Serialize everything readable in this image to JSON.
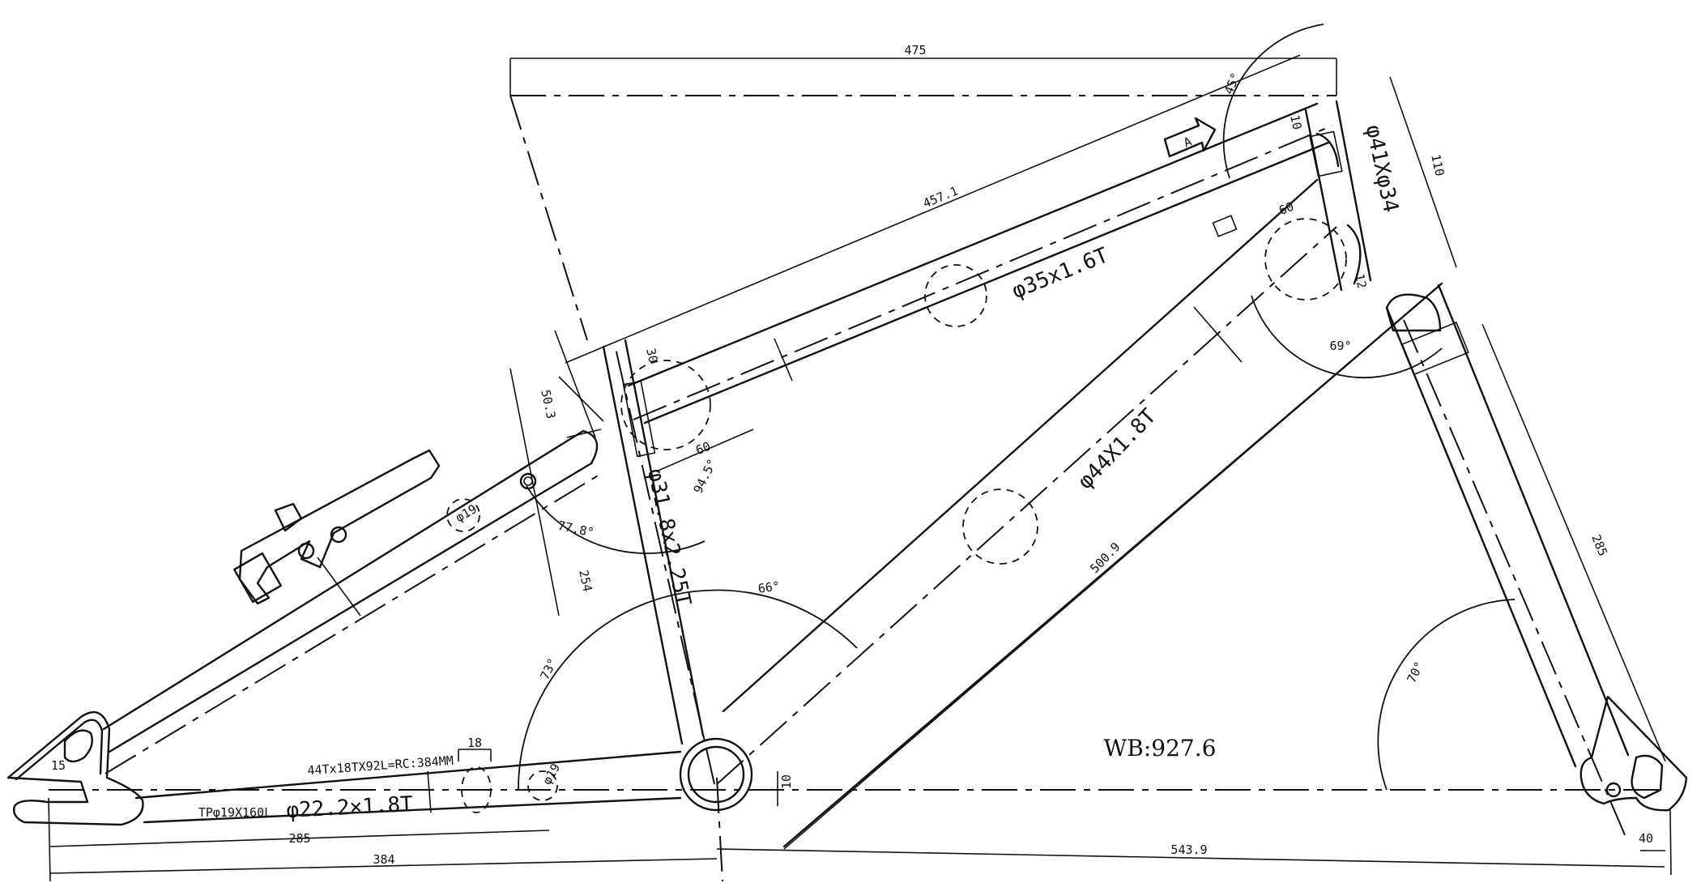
{
  "drawing": {
    "wheelbase": "WB:927.6",
    "view_label": "A",
    "tubes": {
      "top_tube": "φ35x1.6T",
      "down_tube": "φ44X1.8T",
      "seat_tube": "φ31.8x2.25T",
      "head_tube": "φ41Xφ34",
      "chain_stay": "φ22.2×1.8T",
      "seat_stay": "φ19",
      "chainstay_plate": "TPφ19X160L",
      "drive_spec": "44Tx18TX92L=RC:384MM"
    },
    "dimensions": {
      "reach": "475",
      "top_tube_length": "457.1",
      "head_tube_length": "110",
      "down_tube_length": "500.9",
      "fork_length": "285",
      "front_center": "543.9",
      "chain_stay_length": "384",
      "seat_stay_length": "285",
      "seat_tube_length": "254",
      "bb_drop": "10",
      "dropout_offset": "40",
      "bridge_width": "18",
      "rear_dropout": "15",
      "head_gusset": "10",
      "head_gusset_2": "12",
      "gusset_length": "60",
      "gusset_length_2": "60",
      "seat_cluster": "30",
      "seat_offset": "50.3"
    },
    "angles": {
      "head_top": "45°",
      "head_down": "69°",
      "seat_top": "94.5°",
      "seat_stay": "77.8°",
      "bb_down": "66°",
      "bb_seat": "73°",
      "fork": "70°"
    }
  }
}
